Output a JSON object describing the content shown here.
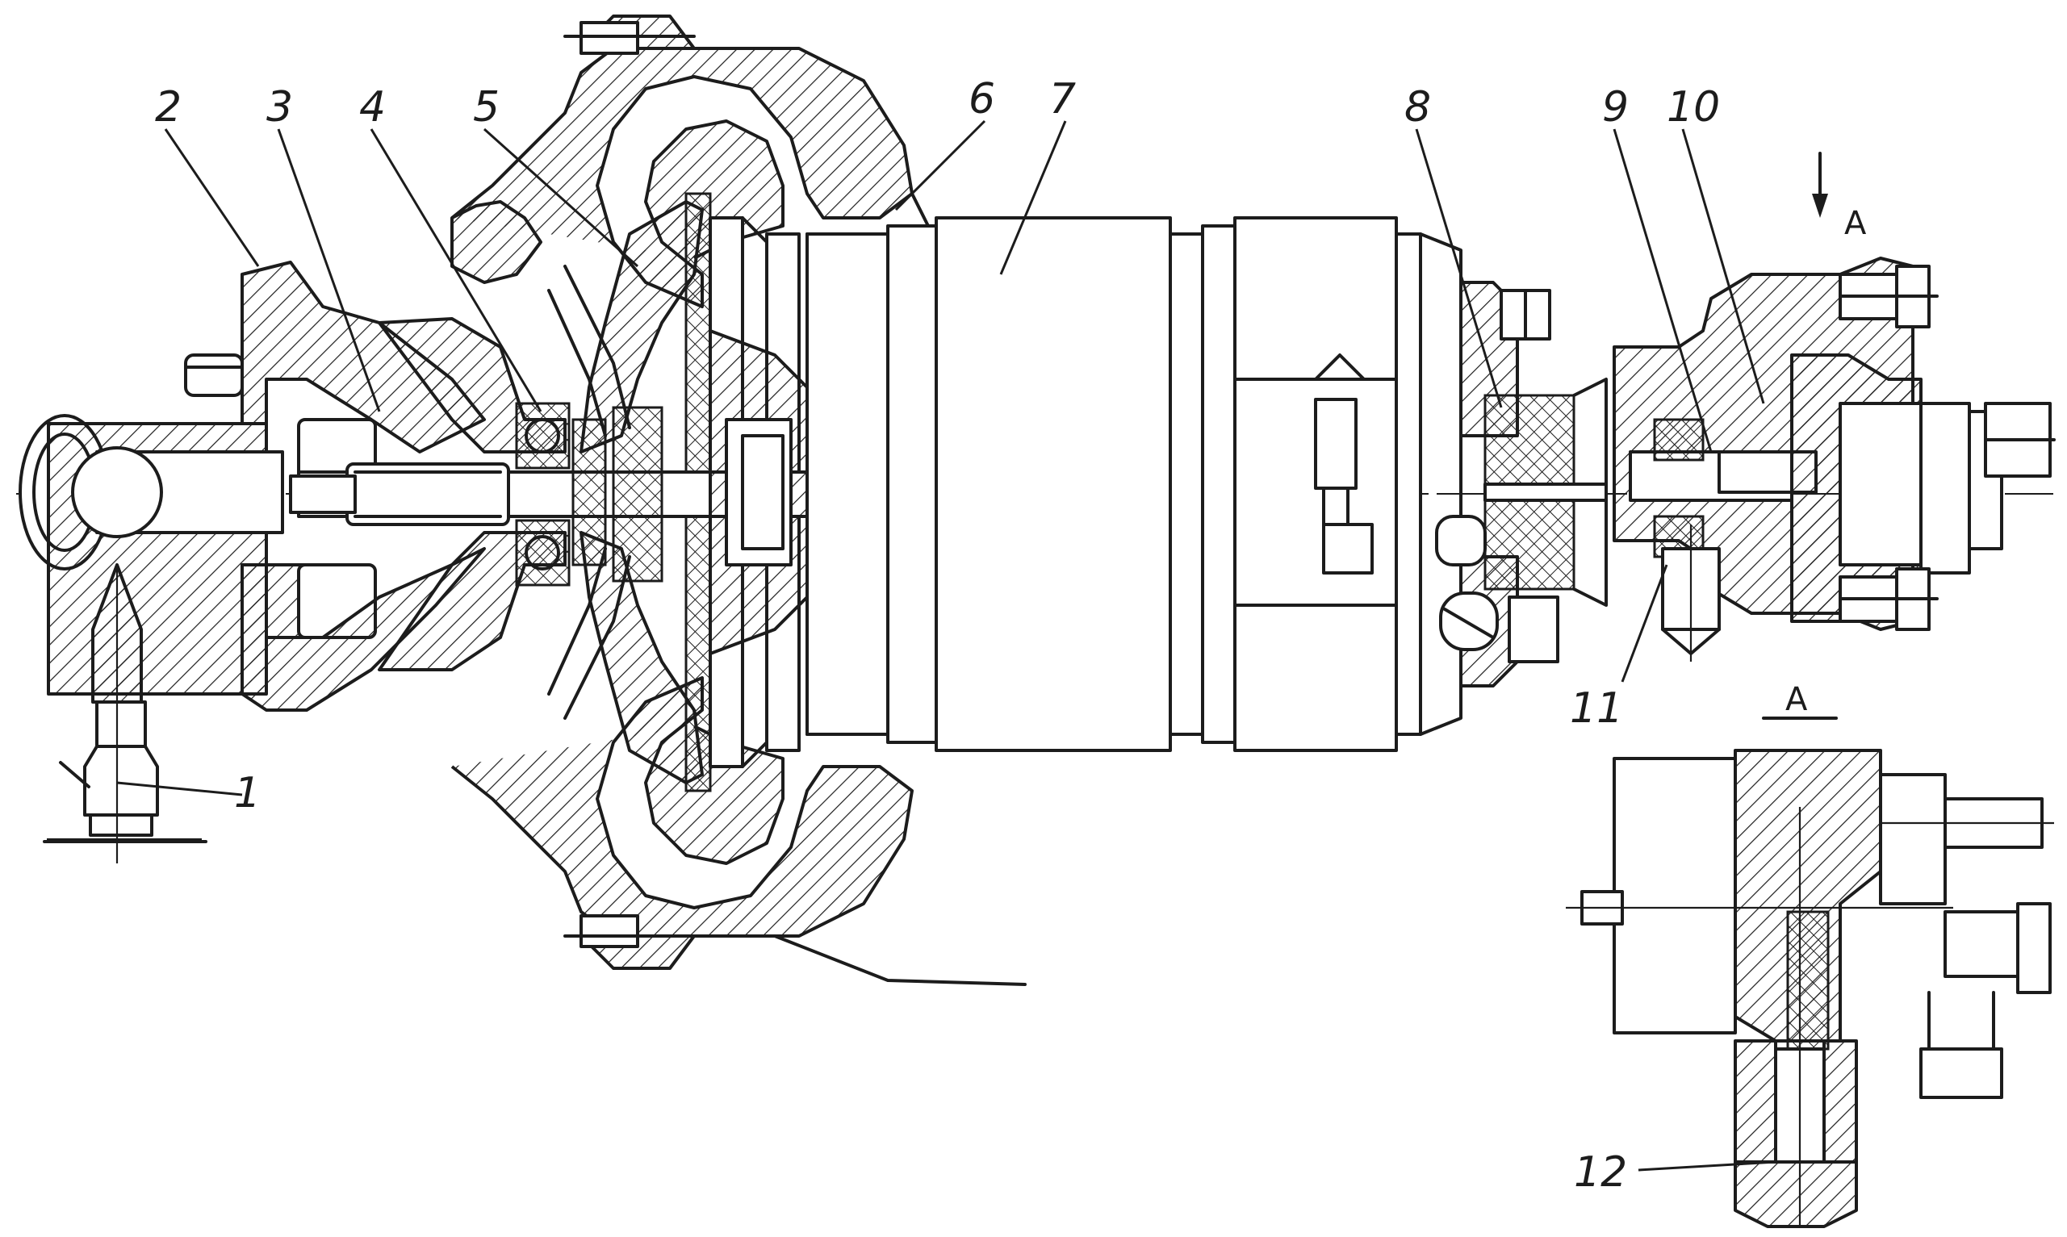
{
  "callouts": [
    {
      "id": "1",
      "text": "1"
    },
    {
      "id": "2",
      "text": "2"
    },
    {
      "id": "3",
      "text": "3"
    },
    {
      "id": "4",
      "text": "4"
    },
    {
      "id": "5",
      "text": "5"
    },
    {
      "id": "6",
      "text": "6"
    },
    {
      "id": "7",
      "text": "7"
    },
    {
      "id": "8",
      "text": "8"
    },
    {
      "id": "9",
      "text": "9"
    },
    {
      "id": "10",
      "text": "10"
    },
    {
      "id": "11",
      "text": "11"
    },
    {
      "id": "12",
      "text": "12"
    }
  ],
  "view_arrow_label": "A",
  "view_title": "A",
  "colors": {
    "ink": "#1c1c1c",
    "paper": "#ffffff"
  }
}
